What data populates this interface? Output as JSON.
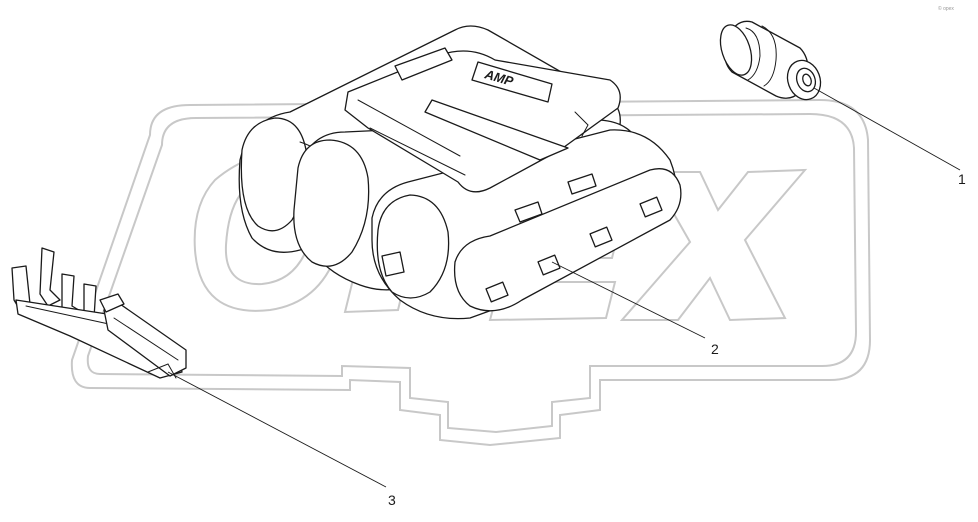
{
  "watermark": {
    "text": "OPEX"
  },
  "corner_mark": {
    "text": "© opex"
  },
  "connector_brand": {
    "text": "AMP"
  },
  "callouts": [
    {
      "id": "1",
      "label": "1",
      "part": "seal"
    },
    {
      "id": "2",
      "label": "2",
      "part": "connector housing"
    },
    {
      "id": "3",
      "label": "3",
      "part": "terminal"
    }
  ]
}
